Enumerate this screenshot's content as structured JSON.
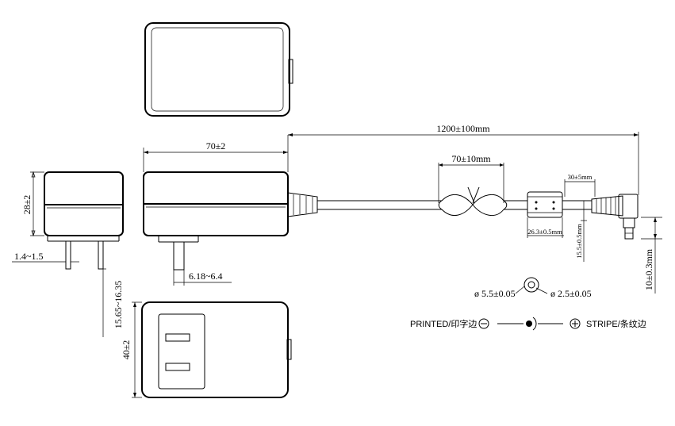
{
  "dimensions": {
    "cable_length": "1200±100mm",
    "body_length": "70±2",
    "body_height": "28±2",
    "pin_thickness": "1.4~1.5",
    "pin_length": "6.18~6.4",
    "pin_spacing": "15.65~16.35",
    "body_width": "40±2",
    "ferrite_position": "70±10mm",
    "strain_relief_length": "30±5mm",
    "ferrite_length": "26.3±0.5mm",
    "plug_length": "15.5±0.5mm",
    "plug_tip": "10±0.3mm",
    "outer_diameter": "ø 5.5±0.05",
    "inner_diameter": "ø 2.5±0.05"
  },
  "polarity": {
    "printed_label": "PRINTED/印字边",
    "stripe_label": "STRIPE/条纹边"
  }
}
